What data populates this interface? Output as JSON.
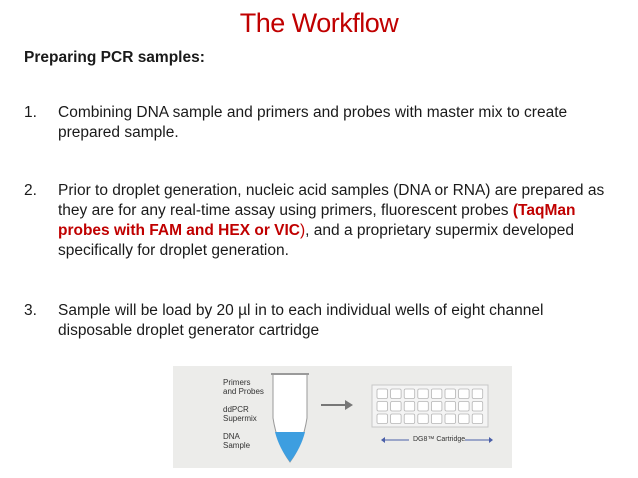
{
  "title": "The Workflow",
  "subtitle": "Preparing PCR samples:",
  "items": [
    {
      "num": "1.",
      "text": "Combining DNA sample and primers and probes with master mix to create prepared sample."
    },
    {
      "num": "2.",
      "text_before": "Prior to droplet generation, nucleic acid samples (DNA or RNA) are prepared as they are for any real-time assay using primers, fluorescent probes ",
      "highlight": "(TaqMan probes with FAM and HEX or VIC",
      "paren_close": ")",
      "comma": ",",
      "text_after": " and a proprietary supermix developed specifically for droplet generation."
    },
    {
      "num": "3.",
      "text": "Sample will be load by 20 µl in to each individual wells of eight channel disposable droplet generator cartridge"
    }
  ],
  "figure": {
    "label_primers_line1": "Primers",
    "label_primers_line2": "and Probes",
    "label_supermix_line1": "ddPCR",
    "label_supermix_line2": "Supermix",
    "label_dna_line1": "DNA",
    "label_dna_line2": "Sample",
    "cartridge_label": "DG8™ Cartridge",
    "colors": {
      "sample_liquid": "#3d9ee0",
      "panel_background": "#ececea",
      "arrow": "#777777"
    }
  }
}
